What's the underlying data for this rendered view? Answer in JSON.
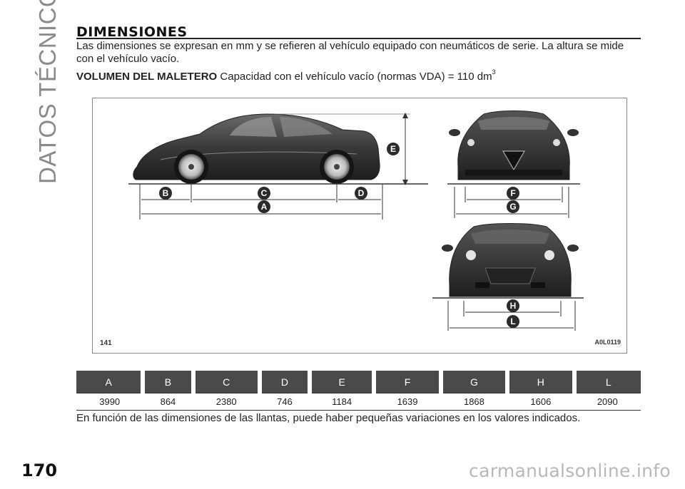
{
  "sidebar": {
    "section_label": "DATOS TÉCNICOS"
  },
  "page": {
    "number": "170"
  },
  "heading": {
    "title": "DIMENSIONES"
  },
  "intro": {
    "text": "Las dimensiones se expresan en mm y se refieren al vehículo equipado con neumáticos de serie. La altura se mide con el vehículo vacío."
  },
  "trunk": {
    "label": "VOLUMEN DEL MALETERO",
    "text": "Capacidad con el vehículo vacío (normas VDA) = 110 dm",
    "unit_exp": "3"
  },
  "figure": {
    "fig_number": "141",
    "code": "A0L0119",
    "markers": {
      "A": "A",
      "B": "B",
      "C": "C",
      "D": "D",
      "E": "E",
      "F": "F",
      "G": "G",
      "H": "H",
      "L": "L"
    }
  },
  "table": {
    "headers": [
      "A",
      "B",
      "C",
      "D",
      "E",
      "F",
      "G",
      "H",
      "L"
    ],
    "values": [
      "3990",
      "864",
      "2380",
      "746",
      "1184",
      "1639",
      "1868",
      "1606",
      "2090"
    ]
  },
  "note": {
    "text": "En función de las dimensiones de las llantas, puede haber pequeñas variaciones en los valores indicados."
  },
  "watermark": {
    "text": "carmanualsonline.info"
  },
  "colors": {
    "badge": "#2b2b2b",
    "table_header": "#4a4a4a",
    "side_label": "#8a8a8a"
  }
}
